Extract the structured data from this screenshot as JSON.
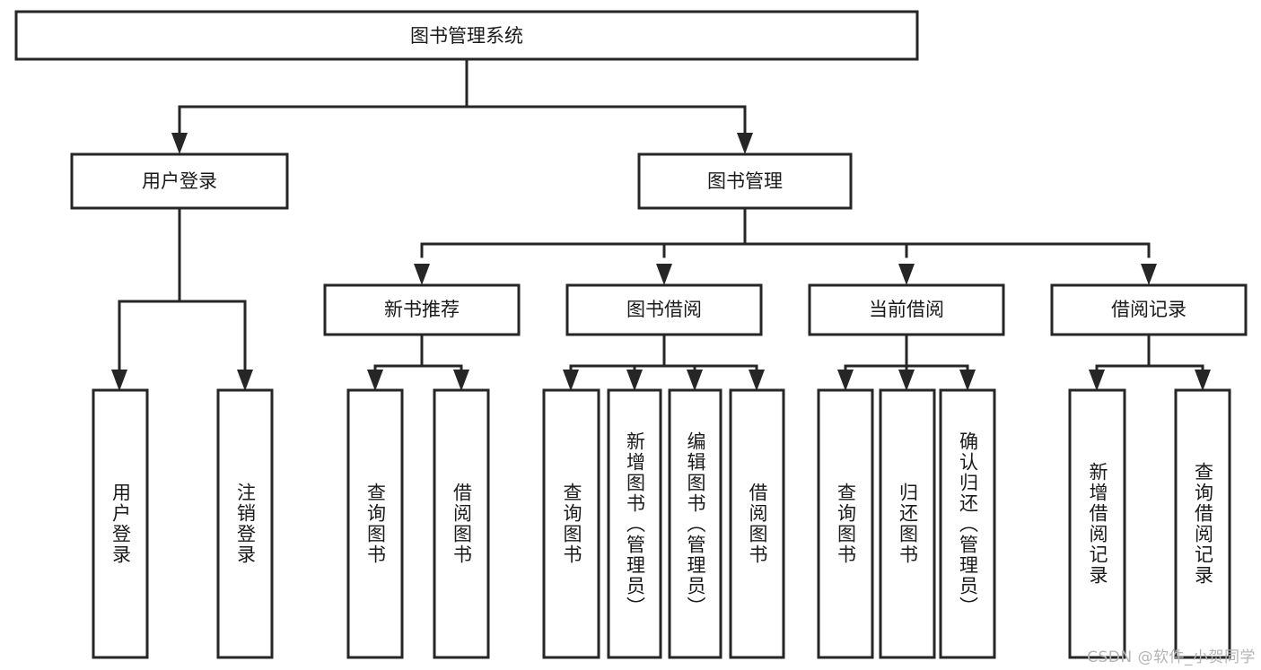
{
  "diagram": {
    "title": "图书管理系统",
    "type": "tree",
    "orientation": "top-down",
    "background_color": "#ffffff",
    "line_color": "#262626",
    "box_fill": "#ffffff",
    "text_color": "#1a1a1a"
  },
  "root": {
    "label": "图书管理系统"
  },
  "level2": {
    "user_login": {
      "label": "用户登录"
    },
    "book_manage": {
      "label": "图书管理"
    }
  },
  "level3": {
    "new_book_recommend": {
      "label": "新书推荐"
    },
    "book_borrow": {
      "label": "图书借阅"
    },
    "current_borrow": {
      "label": "当前借阅"
    },
    "borrow_record": {
      "label": "借阅记录"
    }
  },
  "leaves": {
    "user_login": [
      {
        "label": "用户登录"
      },
      {
        "label": "注销登录"
      }
    ],
    "new_book_recommend": [
      {
        "label": "查询图书"
      },
      {
        "label": "借阅图书"
      }
    ],
    "book_borrow": [
      {
        "label": "查询图书"
      },
      {
        "label": "新增图书（管理员）"
      },
      {
        "label": "编辑图书（管理员）"
      },
      {
        "label": "借阅图书"
      }
    ],
    "current_borrow": [
      {
        "label": "查询图书"
      },
      {
        "label": "归还图书"
      },
      {
        "label": "确认归还（管理员）"
      }
    ],
    "borrow_record": [
      {
        "label": "新增借阅记录"
      },
      {
        "label": "查询借阅记录"
      }
    ]
  },
  "watermark": {
    "text": "CSDN @软件_小贺同学"
  }
}
